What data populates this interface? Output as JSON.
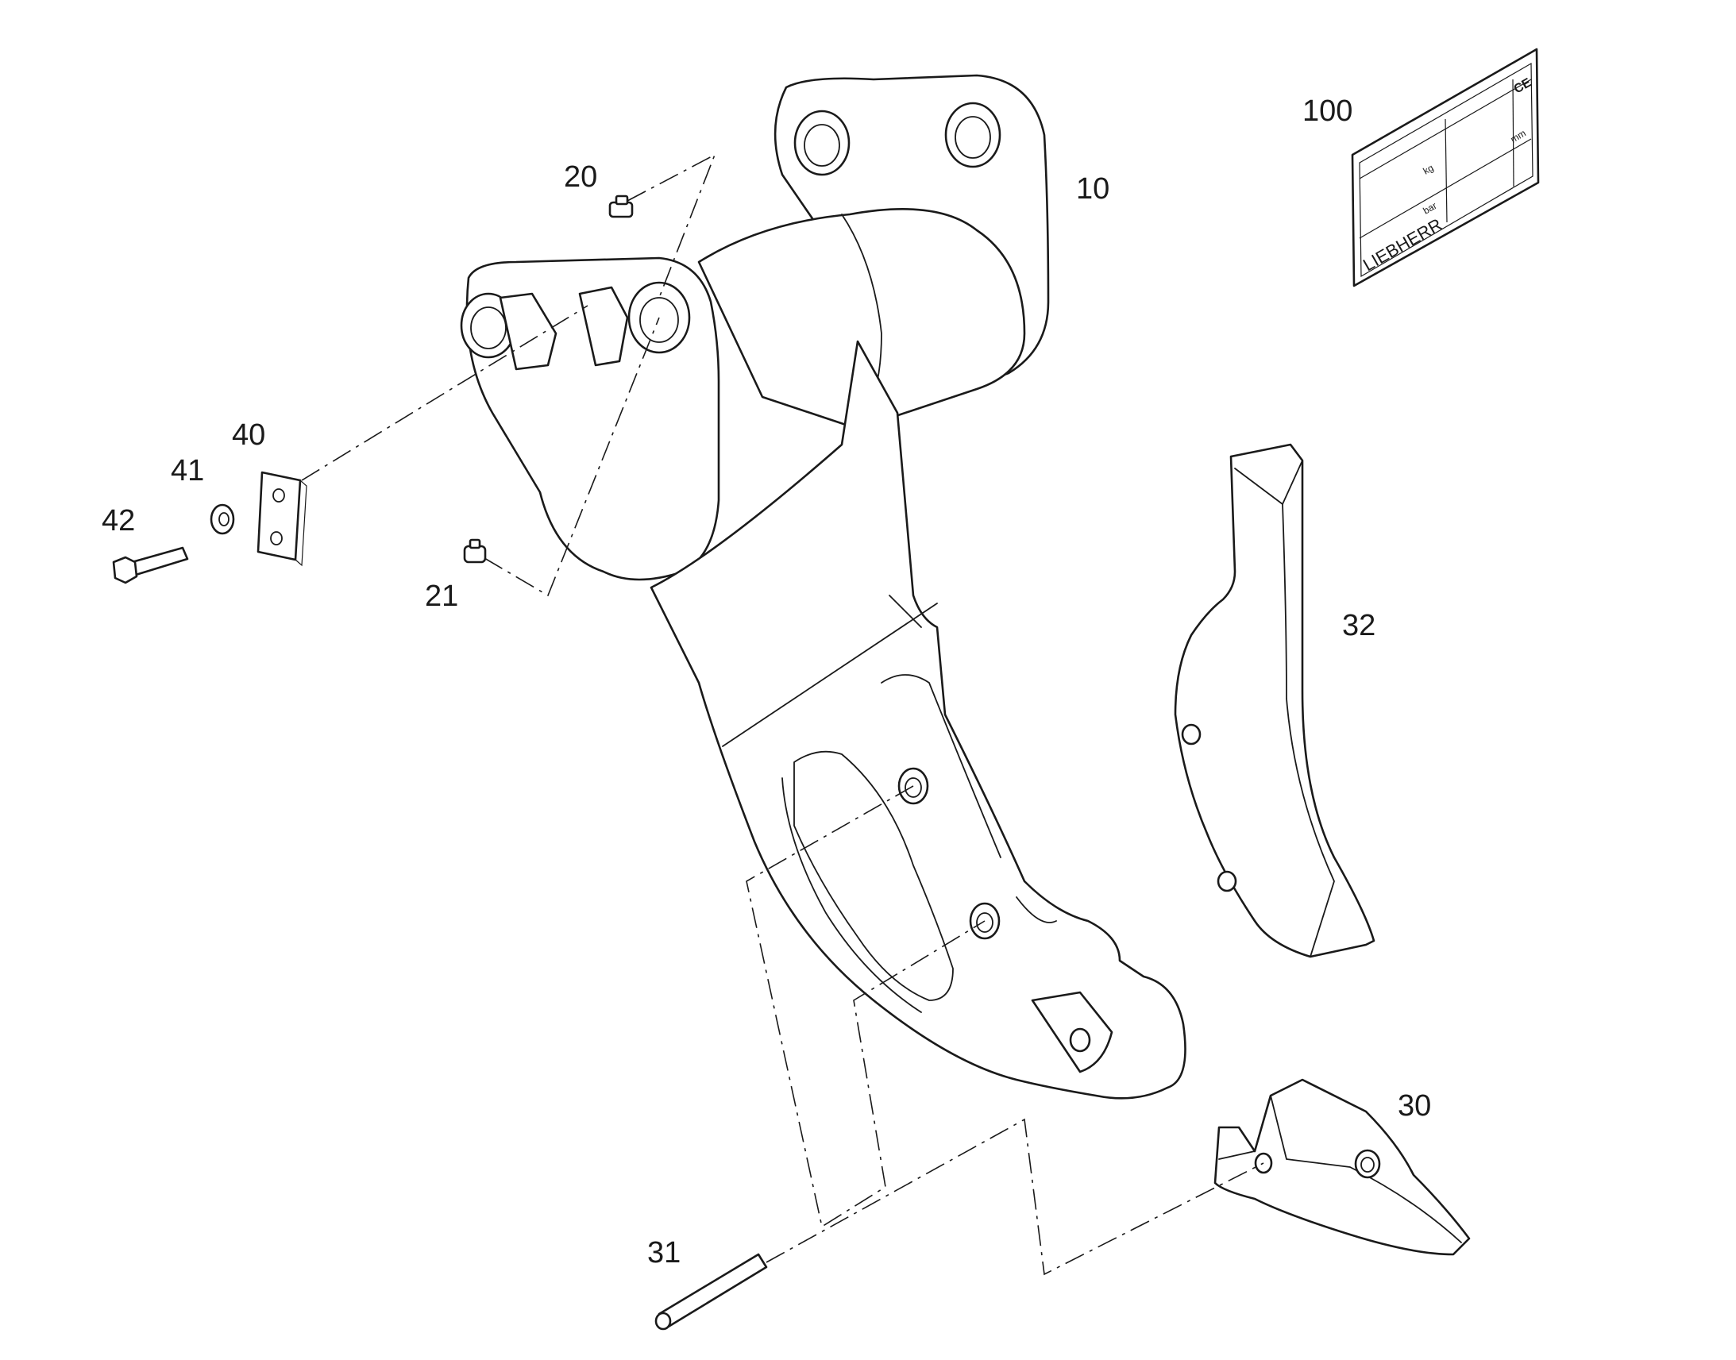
{
  "callouts": {
    "p10": "10",
    "p20": "20",
    "p21": "21",
    "p30": "30",
    "p31": "31",
    "p32": "32",
    "p40": "40",
    "p41": "41",
    "p42": "42",
    "p100": "100"
  },
  "plate": {
    "brand": "LIEBHERR",
    "ce_mark": "CE",
    "unit_kg": "kg",
    "unit_mm": "mm",
    "unit_bar": "bar"
  },
  "colors": {
    "line": "#1a1a1a",
    "background": "#ffffff"
  }
}
